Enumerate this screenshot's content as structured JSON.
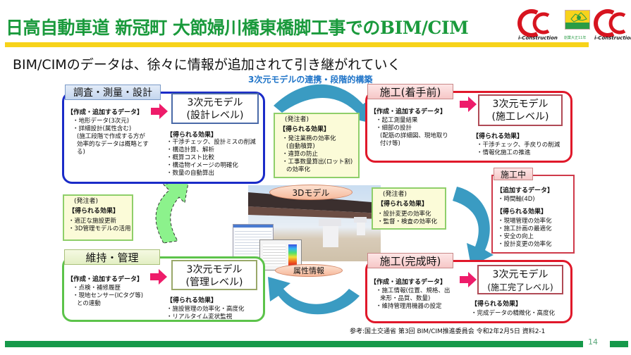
{
  "header": {
    "title": "日高自動車道 新冠町 大節婦川橋東橋脚工事でのBIM/CIM",
    "subtitle": "BIM/CIMのデータは、徐々に情報が追加されて引き継がれていく",
    "center_title": "3次元モデルの連携・段階的構築",
    "logos": {
      "left_logo_text": "i-Construction",
      "right_logo_text": "i-Construction",
      "company_caption": "創業大正11年"
    }
  },
  "stages": {
    "design": {
      "tab": "調査・測量・設計",
      "data_heading": "【作成・追加するデータ】",
      "data_items": [
        "・地形データ(3次元)",
        "・詳細設計(属性含む)",
        "(施工段階で作成する方が",
        "効率的なデータは概略とす",
        "る)"
      ],
      "model_line1": "3次元モデル",
      "model_line2": "(設計レベル)",
      "effects_heading": "【得られる効果】",
      "effects": [
        "・干渉チェック、設計ミスの削減",
        "・構造計算、解析",
        "・概算コスト比較",
        "・構造物イメージの明確化",
        "・数量の自動算出"
      ]
    },
    "construction_start": {
      "tab": "施工(着手前)",
      "data_heading": "【作成・追加するデータ】",
      "data_items": [
        "・起工測量結果",
        "・細部の設計",
        "(配筋の詳細図、現地取り",
        "付け等)"
      ],
      "model_line1": "3次元モデル",
      "model_line2": "(施工レベル)",
      "effects_heading": "【得られる効果】",
      "effects": [
        "・干渉チェック、手戻りの削減",
        "・情報化施工の推進"
      ]
    },
    "construction_during": {
      "tab": "施工中",
      "data_heading": "【追加するデータ】",
      "data_items": [
        "・時間軸(4D)"
      ],
      "effects_heading": "【得られる効果】",
      "effects": [
        "・現場管理の効率化",
        "・施工計画の最適化",
        "・安全の向上",
        "・設計変更の効率化"
      ]
    },
    "construction_complete": {
      "tab": "施工(完成時)",
      "data_heading": "【作成・追加するデータ】",
      "data_items": [
        "・施工情報(位置、規格、出",
        "来形・品質、数量)",
        "・維持管理用機器の設定"
      ],
      "model_line1": "3次元モデル",
      "model_line2": "(施工完了レベル)",
      "effects_heading": "【得られる効果】",
      "effects": [
        "・完成データの精緻化・高度化"
      ]
    },
    "maintenance": {
      "tab": "維持・管理",
      "data_heading": "【作成・追加するデータ】",
      "data_items": [
        "・点検・補修履歴",
        "・現地センサー(ICタグ等)",
        "との連動"
      ],
      "model_line1": "3次元モデル",
      "model_line2": "(管理レベル)",
      "effects_heading": "【得られる効果】",
      "effects": [
        "・施設管理の効率化・高度化",
        "・リアルタイム変状監視"
      ]
    }
  },
  "owner_notes": {
    "top": {
      "label": "(発注者)",
      "heading": "【得られる効果】",
      "items": [
        "・発注業務の効率化",
        "(自動積算)",
        "・違算の防止",
        "・工事数量算出(ロット割)",
        "の効率化"
      ]
    },
    "right": {
      "label": "(発注者)",
      "heading": "【得られる効果】",
      "items": [
        "・設計変更の効率化",
        "・監督・検査の効率化"
      ]
    },
    "left": {
      "label": "(発注者)",
      "heading": "【得られる効果】",
      "items": [
        "・適正な施設更新",
        "・3D管理モデルの活用"
      ]
    }
  },
  "center": {
    "model_label": "3Dモデル",
    "attribute_label": "属性情報"
  },
  "footer": {
    "reference": "参考:国土交通省 第3回 BIM/CIM推進委員会 令和2年2月5日 資料2-1",
    "page_number": "14"
  },
  "colors": {
    "title_green": "#1a9a3c",
    "accent_yellow": "#f7d31a",
    "blue_stage": "#1a2bc8",
    "red_stage": "#e0182a",
    "green_stage": "#5cc34a",
    "arrow_teal": "#3a9bc2",
    "arrow_pink": "#ee1c6a"
  }
}
